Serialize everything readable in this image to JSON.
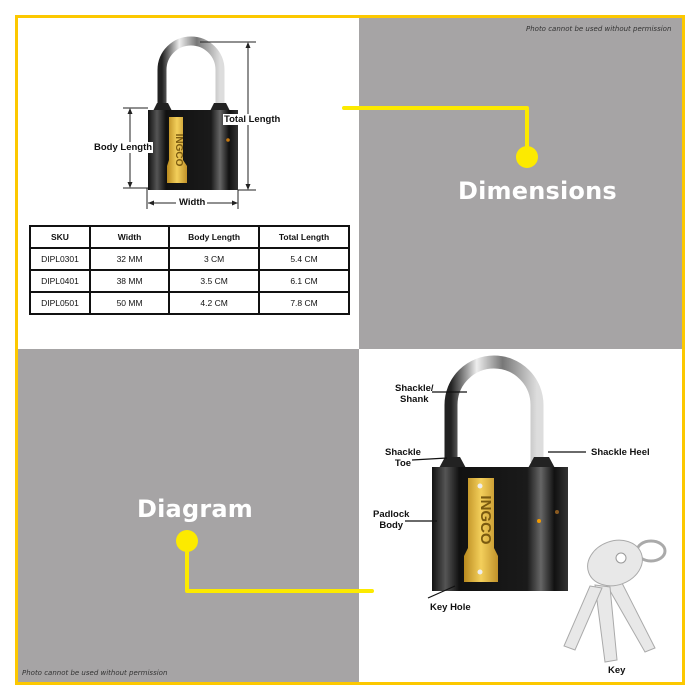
{
  "colors": {
    "frame": "#fcc800",
    "connector": "#fcea00",
    "gray_panel": "#a6a4a5",
    "white_panel": "#ffffff",
    "title_text": "#ffffff"
  },
  "watermark_text": "Photo cannot be used without permission",
  "dimensions_panel": {
    "title": "Dimensions",
    "labels": {
      "total_length": "Total Length",
      "body_length": "Body Length",
      "width": "Width"
    },
    "table": {
      "headers": [
        "SKU",
        "Width",
        "Body Length",
        "Total Length"
      ],
      "rows": [
        [
          "DIPL0301",
          "32 MM",
          "3 CM",
          "5.4 CM"
        ],
        [
          "DIPL0401",
          "38 MM",
          "3.5 CM",
          "6.1 CM"
        ],
        [
          "DIPL0501",
          "50 MM",
          "4.2 CM",
          "7.8 CM"
        ]
      ]
    }
  },
  "diagram_panel": {
    "title": "Diagram",
    "parts": {
      "shackle_shank": [
        "Shackle/",
        "Shank"
      ],
      "shackle_toe": [
        "Shackle",
        "Toe"
      ],
      "shackle_heel": "Shackle Heel",
      "padlock_body": [
        "Padlock",
        "Body"
      ],
      "key_hole": "Key Hole",
      "key": "Key"
    }
  },
  "brand_plate_text": "INGCO",
  "icons": {
    "padlock": "padlock-icon",
    "keys": "keys-icon",
    "connector_dot": "connector-dot-icon"
  }
}
